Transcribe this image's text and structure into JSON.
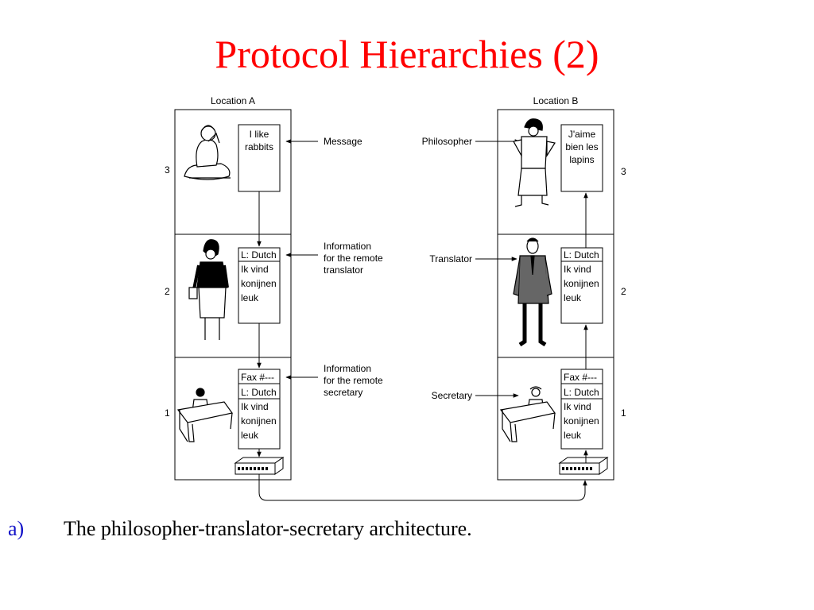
{
  "slide": {
    "title": "Protocol Hierarchies (2)",
    "caption_marker": "a)",
    "caption_text": "The philosopher-translator-secretary architecture."
  },
  "diagram": {
    "location_a": "Location A",
    "location_b": "Location B",
    "layer_numbers": [
      "3",
      "2",
      "1"
    ],
    "side_a": {
      "layer3_note": [
        "I like",
        "rabbits"
      ],
      "layer2_note": [
        "L: Dutch",
        "Ik vind",
        "konijnen",
        "leuk"
      ],
      "layer1_note": [
        "Fax #---",
        "L: Dutch",
        "Ik vind",
        "konijnen",
        "leuk"
      ]
    },
    "side_b": {
      "layer3_note": [
        "J'aime",
        "bien les",
        "lapins"
      ],
      "layer2_note": [
        "L: Dutch",
        "Ik vind",
        "konijnen",
        "leuk"
      ],
      "layer1_note": [
        "Fax #---",
        "L: Dutch",
        "Ik vind",
        "konijnen",
        "leuk"
      ]
    },
    "middle_labels": {
      "message": "Message",
      "info_translator": [
        "Information",
        "for the remote",
        "translator"
      ],
      "info_secretary": [
        "Information",
        "for the remote",
        "secretary"
      ]
    },
    "role_labels": {
      "philosopher": "Philosopher",
      "translator": "Translator",
      "secretary": "Secretary"
    },
    "colors": {
      "title": "#ff0000",
      "caption_marker": "#1010c8",
      "line": "#000000"
    }
  }
}
